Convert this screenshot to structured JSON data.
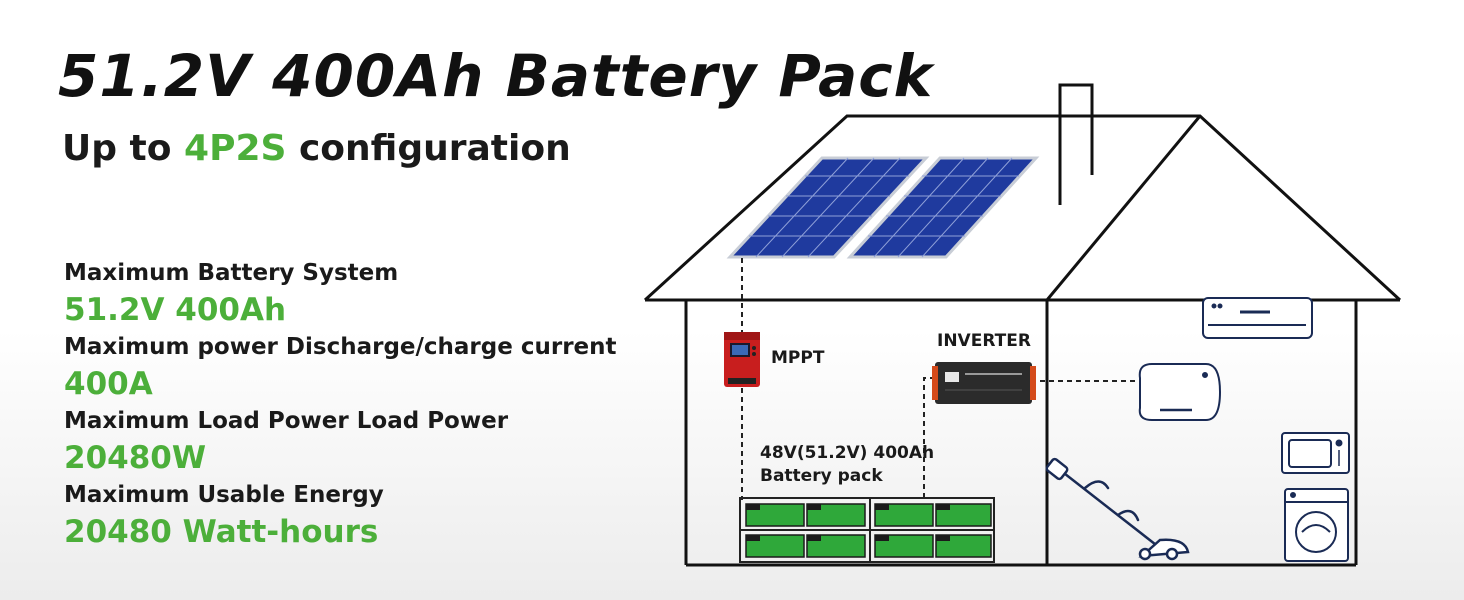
{
  "title": "51.2V 400Ah Battery Pack",
  "subtitle": {
    "prefix": "Up to ",
    "highlight": "4P2S",
    "suffix": " configuration"
  },
  "specs": [
    {
      "label": "Maximum Battery System",
      "value": "51.2V 400Ah"
    },
    {
      "label": "Maximum power Discharge/charge current",
      "value": "400A"
    },
    {
      "label": "Maximum Load Power Load Power",
      "value": "20480W"
    },
    {
      "label": "Maximum Usable Energy",
      "value": "20480 Watt-hours"
    }
  ],
  "diagram": {
    "mppt_label": "MPPT",
    "inverter_label": "INVERTER",
    "battery_label_line1": "48V(51.2V) 400Ah",
    "battery_label_line2": "Battery pack"
  },
  "colors": {
    "accent_green": "#4caf3a",
    "solar_blue": "#1f3a9e",
    "mppt_red": "#c81e1e",
    "battery_green": "#2fa83a"
  }
}
